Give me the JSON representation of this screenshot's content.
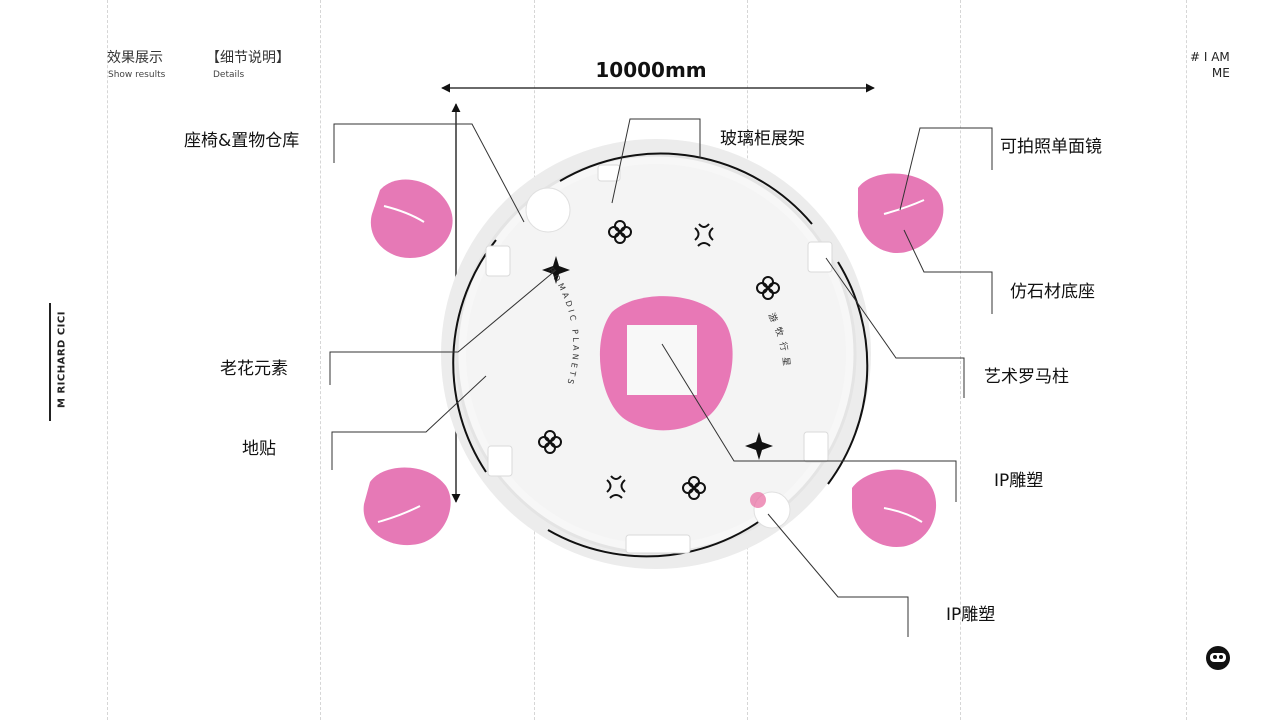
{
  "header": {
    "section_cn": "效果展示",
    "section_en": "Show results",
    "detail_cn": "【细节说明】",
    "detail_en": "Details"
  },
  "side_brand": "M RICHARD CICI",
  "corner_tag_line1": "# I AM",
  "corner_tag_line2": "ME",
  "dimension": "10000mm",
  "floor_text_en": "ROMADIC PLANETS",
  "floor_text_cn": "游牧行星",
  "labels": {
    "seating_storage": "座椅&置物仓库",
    "glass_cabinet": "玻璃柜展架",
    "mirror": "可拍照单面镜",
    "stone_base": "仿石材底座",
    "roman_column": "艺术罗马柱",
    "floral_element": "老花元素",
    "floor_sticker": "地贴",
    "ip_sculpture_1": "IP雕塑",
    "ip_sculpture_2": "IP雕塑"
  },
  "colors": {
    "accent_pink": "#e04fa6",
    "platform": "#f2f2f2",
    "line": "#222222"
  }
}
